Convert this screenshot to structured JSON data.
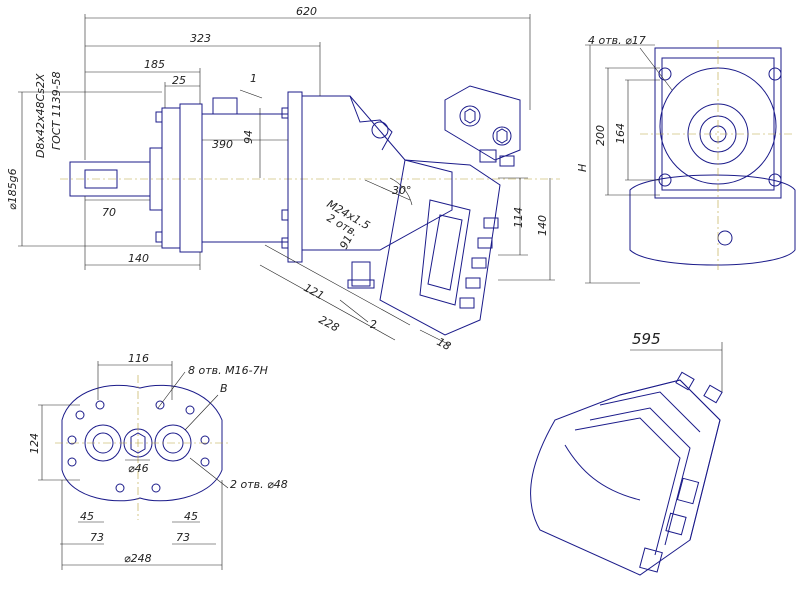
{
  "dimensions": {
    "overall_length": "620",
    "length_323": "323",
    "length_185": "185",
    "length_25": "25",
    "length_390": "390",
    "length_94": "94",
    "length_70": "70",
    "length_140": "140",
    "angle": "30°",
    "length_121": "121",
    "length_228": "228",
    "length_114": "114",
    "length_140_right": "140",
    "length_18": "18",
    "length_91": "91",
    "diameter_185": "⌀185g6",
    "spline_spec": "D8x42x48Cs2X",
    "standard": "ГОСТ 1139-58",
    "thread": "M24x1.5",
    "thread_qty": "2 отв.",
    "side_200": "200",
    "side_164": "164",
    "side_H": "H",
    "holes_4": "4 отв. ⌀17",
    "flange_116": "116",
    "flange_holes_8": "8 отв. M16-7H",
    "flange_B": "B",
    "flange_124": "124",
    "flange_d46": "⌀46",
    "flange_holes_2": "2 отв. ⌀48",
    "flange_45_left": "45",
    "flange_45_right": "45",
    "flange_73_left": "73",
    "flange_73_right": "73",
    "flange_d248": "⌀248",
    "iso_595": "595"
  },
  "callouts": {
    "item_1": "1",
    "item_2": "2"
  },
  "colors": {
    "line": "#1b1b8a",
    "dimension": "#222222",
    "centerline": "#b8a23a"
  }
}
